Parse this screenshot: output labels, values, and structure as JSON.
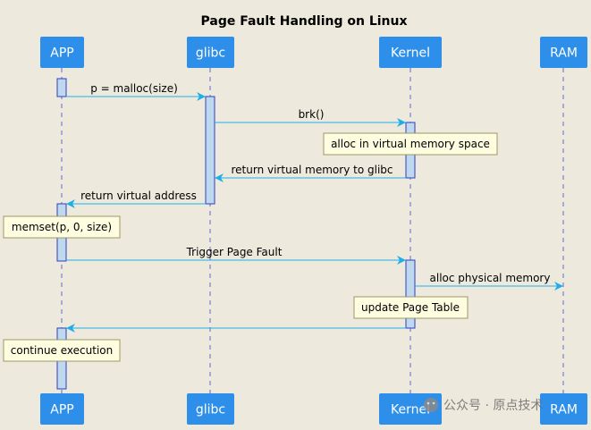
{
  "title": "Page Fault Handling on Linux",
  "participants": {
    "app": "APP",
    "glibc": "glibc",
    "kernel": "Kernel",
    "ram": "RAM"
  },
  "messages": {
    "m1": "p = malloc(size)",
    "m2": "brk()",
    "m3": "return virtual memory to glibc",
    "m4": "return virtual address",
    "m5": "Trigger Page Fault",
    "m6": "alloc physical memory"
  },
  "notes": {
    "n1": "alloc in virtual memory space",
    "n2": "memset(p, 0, size)",
    "n3": "update Page Table",
    "n4": "continue execution"
  },
  "watermark": "公众号 · 原点技术",
  "colors": {
    "participant_fill": "#2d8fea",
    "arrow": "#1eaee8",
    "lifeline": "#5b6dd6",
    "activation_fill": "#bfd8ee",
    "activation_border": "#2f3fbf",
    "note_fill": "#fffde0",
    "note_border": "#999966",
    "background": "#ede9dc"
  }
}
